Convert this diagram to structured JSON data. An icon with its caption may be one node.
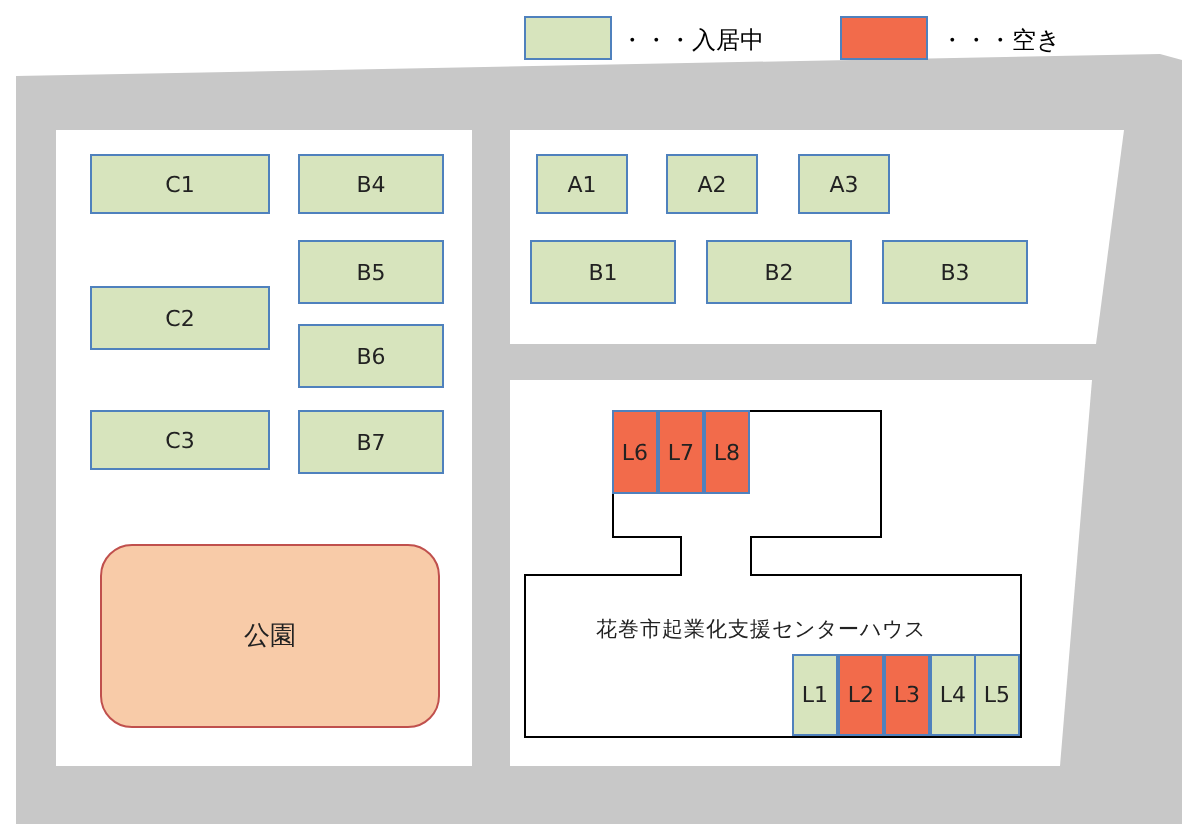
{
  "diagram": {
    "nodes": [
      {
        "text": [
          "C1"
        ]
      },
      {
        "text": [
          "B4"
        ]
      },
      {
        "text": [
          "B5"
        ]
      },
      {
        "text": [
          "C2"
        ]
      },
      {
        "text": [
          "B6"
        ]
      },
      {
        "text": [
          "C3"
        ]
      },
      {
        "text": [
          "B7"
        ]
      },
      {
        "text": [
          "公園"
        ]
      },
      {
        "text": [
          "A1"
        ]
      },
      {
        "text": [
          "A2"
        ]
      },
      {
        "text": [
          "A3"
        ]
      },
      {
        "text": [
          "B1"
        ]
      },
      {
        "text": [
          "B2"
        ]
      },
      {
        "text": [
          "B3"
        ]
      },
      {
        "text": [
          "花巻市起業化支援センターハウス"
        ]
      },
      {
        "text": [
          "L6"
        ],
        "in": 14
      },
      {
        "text": [
          "L7"
        ],
        "in": 14
      },
      {
        "text": [
          "L8"
        ],
        "in": 14
      },
      {
        "text": [
          "L1"
        ],
        "in": 14
      },
      {
        "text": [
          "L2"
        ],
        "in": 14
      },
      {
        "text": [
          "L3"
        ],
        "in": 14
      },
      {
        "text": [
          "L4"
        ],
        "in": 14
      },
      {
        "text": [
          "L5"
        ],
        "in": 14
      }
    ],
    "legend": [
      {
        "text": "・・・入居中",
        "color": "#d7e4bd"
      },
      {
        "text": "・・・空き",
        "color": "#f26b4b"
      }
    ]
  }
}
